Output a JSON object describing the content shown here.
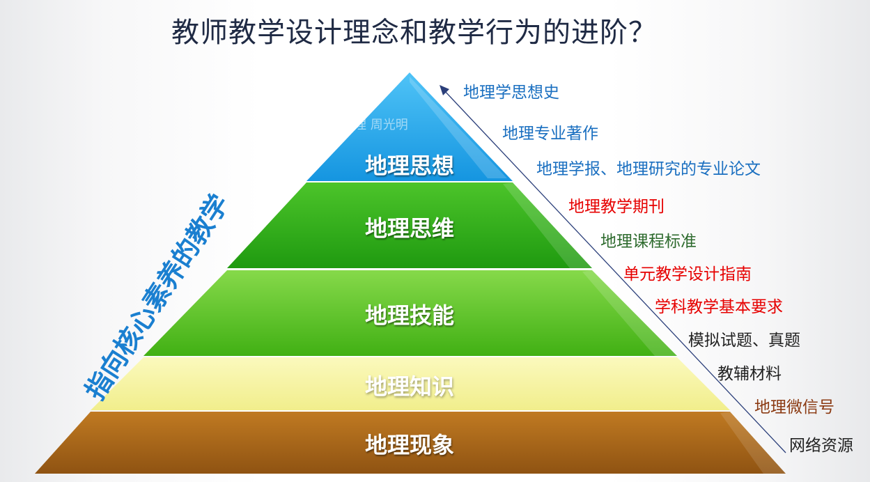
{
  "title": "教师教学设计理念和教学行为的进阶？",
  "watermark": "星韵地理  周光明",
  "side_text": "指向核心素养的教学",
  "layers": [
    {
      "label": "地理思想",
      "color": "#2aa8ee"
    },
    {
      "label": "地理思维",
      "color": "#35b319"
    },
    {
      "label": "地理技能",
      "color": "#58c21f"
    },
    {
      "label": "地理知识",
      "color": "#f8f6a8"
    },
    {
      "label": "地理现象",
      "color": "#a8651a"
    }
  ],
  "resources": [
    {
      "text": "地理学思想史",
      "color": "#1a6fc0"
    },
    {
      "text": "地理专业著作",
      "color": "#1a6fc0"
    },
    {
      "text": "地理学报、地理研究的专业论文",
      "color": "#1a6fc0"
    },
    {
      "text": "地理教学期刊",
      "color": "#e60000"
    },
    {
      "text": "地理课程标准",
      "color": "#2e6b2e"
    },
    {
      "text": "单元教学设计指南",
      "color": "#e60000"
    },
    {
      "text": "学科教学基本要求",
      "color": "#e60000"
    },
    {
      "text": "模拟试题、真题",
      "color": "#222222"
    },
    {
      "text": "教辅材料",
      "color": "#222222"
    },
    {
      "text": "地理微信号",
      "color": "#8b3a12"
    },
    {
      "text": "网络资源",
      "color": "#222222"
    }
  ]
}
